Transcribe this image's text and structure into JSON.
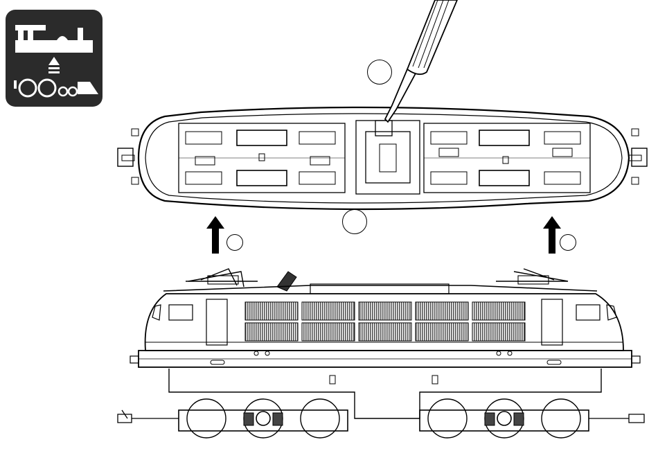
{
  "figure": {
    "icon": "locomotive-service-icon",
    "colors": {
      "line": "#000000",
      "background": "#ffffff",
      "icon_bg": "#2b2b2b",
      "grille": "#6e6e6e"
    },
    "callouts": [
      {
        "id": "screwdriver-callout",
        "label": ""
      },
      {
        "id": "bottom-edge-callout",
        "label": ""
      },
      {
        "id": "lift-left-callout",
        "label": ""
      },
      {
        "id": "lift-right-callout",
        "label": ""
      }
    ]
  }
}
